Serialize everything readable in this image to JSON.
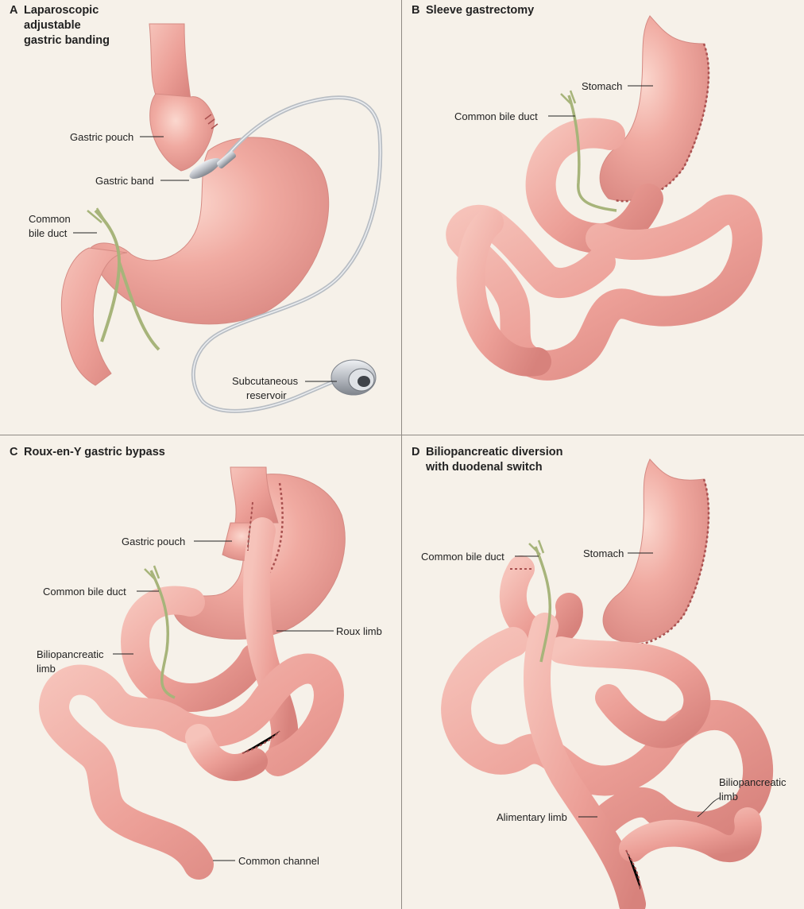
{
  "panels": {
    "a": {
      "letter": "A",
      "title_lines": [
        "Laparoscopic",
        "adjustable",
        "gastric banding"
      ],
      "labels": {
        "gastric_pouch": "Gastric pouch",
        "gastric_band": "Gastric band",
        "common_bile_duct_1": "Common",
        "common_bile_duct_2": "bile duct",
        "subcutaneous_1": "Subcutaneous",
        "subcutaneous_2": "reservoir"
      }
    },
    "b": {
      "letter": "B",
      "title_lines": [
        "Sleeve gastrectomy"
      ],
      "labels": {
        "stomach": "Stomach",
        "common_bile_duct": "Common bile duct"
      }
    },
    "c": {
      "letter": "C",
      "title_lines": [
        "Roux-en-Y gastric bypass"
      ],
      "labels": {
        "gastric_pouch": "Gastric pouch",
        "common_bile_duct": "Common bile duct",
        "biliopancreatic_1": "Biliopancreatic",
        "biliopancreatic_2": "limb",
        "roux_limb": "Roux limb",
        "common_channel": "Common channel"
      }
    },
    "d": {
      "letter": "D",
      "title_lines": [
        "Biliopancreatic diversion",
        "with duodenal switch"
      ],
      "labels": {
        "common_bile_duct": "Common bile duct",
        "stomach": "Stomach",
        "biliopancreatic_1": "Biliopancreatic",
        "biliopancreatic_2": "limb",
        "alimentary_limb": "Alimentary limb"
      }
    }
  },
  "colors": {
    "background": "#f6f1e9",
    "tissue": "#eea79f",
    "tissue_shadow": "#d97f7a",
    "tissue_highlight": "#f9cfc6",
    "staple": "#a9504f",
    "bile_duct": "#a7b47a",
    "band": "#c9ccd1",
    "divider": "#8f8a84"
  }
}
